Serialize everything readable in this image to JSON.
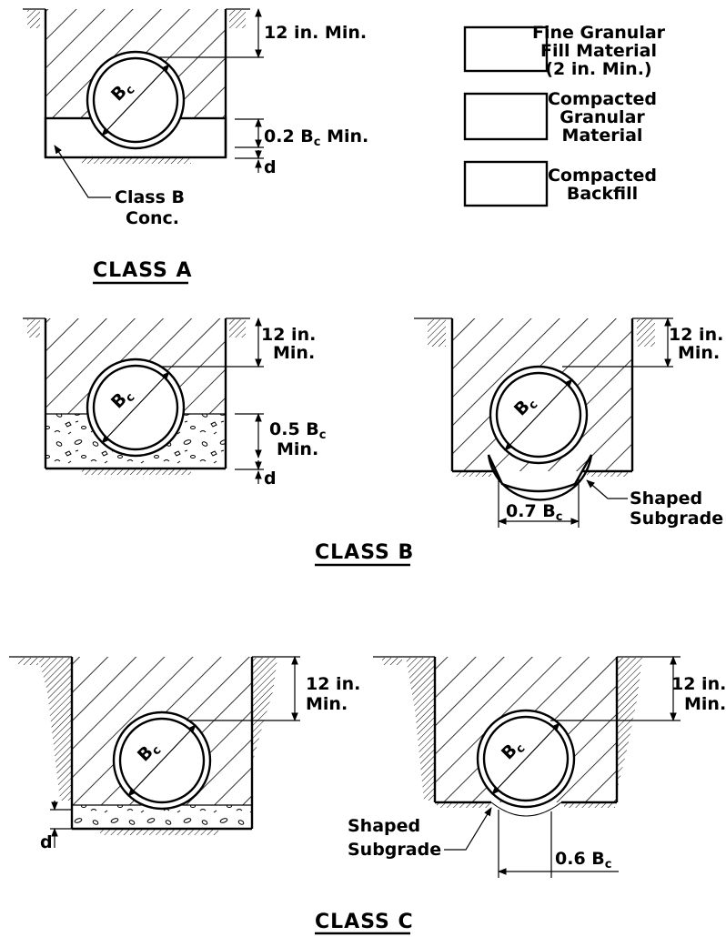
{
  "legend": {
    "fine_line1": "Fine Granular",
    "fine_line2": "Fill Material",
    "fine_line3": "(2 in. Min.)",
    "comp_line1": "Compacted",
    "comp_line2": "Granular",
    "comp_line3": "Material",
    "back_line1": "Compacted",
    "back_line2": "Backfill"
  },
  "class_a": {
    "title": "CLASS A",
    "cover": "12 in. Min.",
    "bedding_prefix": "0.2 B",
    "bedding_sub": "c",
    "bedding_suffix": " Min.",
    "d": "d",
    "conc_line1": "Class B",
    "conc_line2": "Conc.",
    "pipe_label": "B",
    "pipe_sub": "c"
  },
  "class_b": {
    "title": "CLASS B",
    "left_cover_1": "12 in.",
    "left_cover_2": "Min.",
    "bedding_prefix": "0.5 B",
    "bedding_sub": "c",
    "bedding_line2": "Min.",
    "d": "d",
    "right_cover_1": "12 in.",
    "right_cover_2": "Min.",
    "width_prefix": "0.7 B",
    "width_sub": "c",
    "shaped_1": "Shaped",
    "shaped_2": "Subgrade",
    "pipe_label": "B",
    "pipe_sub": "c"
  },
  "class_c": {
    "title": "CLASS C",
    "left_cover_1": "12 in.",
    "left_cover_2": "Min.",
    "d": "d",
    "right_cover_1": "12 in.",
    "right_cover_2": "Min.",
    "width_prefix": "0.6 B",
    "width_sub": "c",
    "shaped_1": "Shaped",
    "shaped_2": "Subgrade",
    "pipe_label": "B",
    "pipe_sub": "c"
  }
}
